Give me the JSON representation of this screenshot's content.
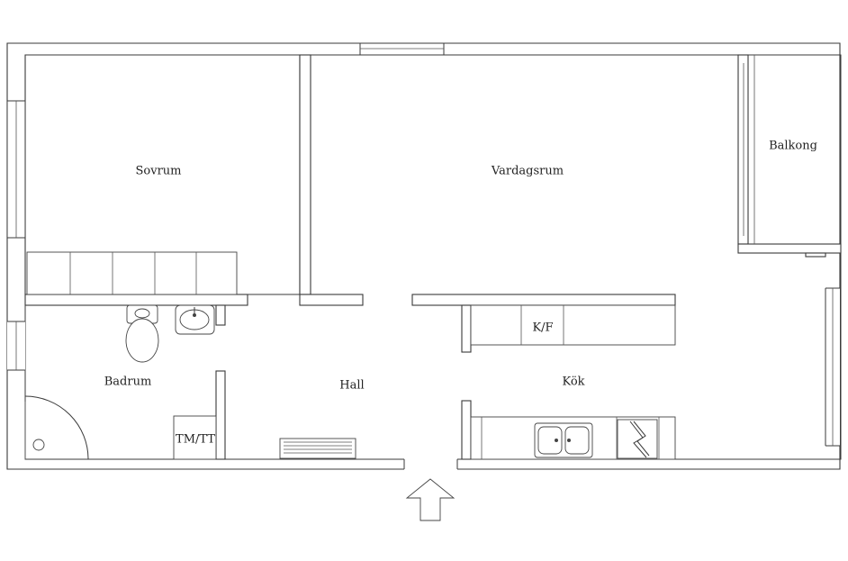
{
  "rooms": {
    "sovrum": "Sovrum",
    "vardagsrum": "Vardagsrum",
    "balkong": "Balkong",
    "badrum": "Badrum",
    "hall": "Hall",
    "kok": "Kök",
    "kf": "K/F",
    "tmtt": "TM/TT"
  },
  "icons": {
    "entrance": "entrance-arrow-icon"
  }
}
